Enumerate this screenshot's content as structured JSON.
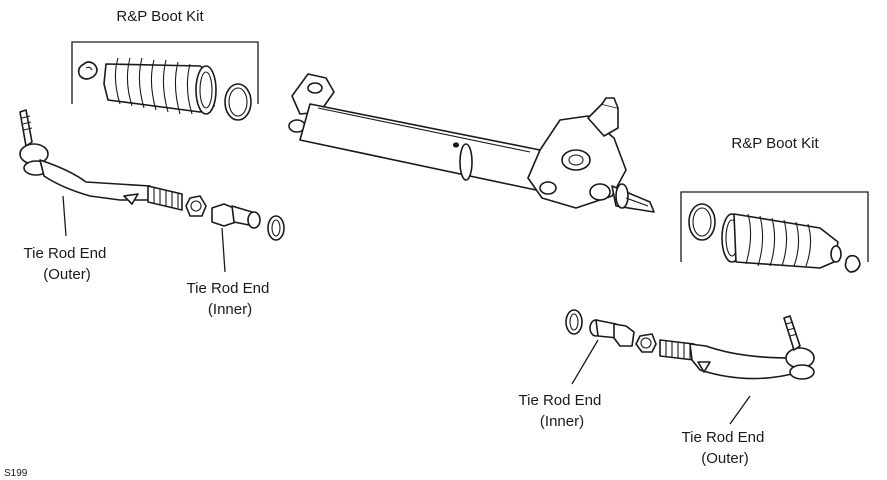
{
  "labels": {
    "boot_kit_left": "R&P Boot Kit",
    "boot_kit_right": "R&P Boot Kit",
    "tie_rod_outer_left": [
      "Tie Rod End",
      "(Outer)"
    ],
    "tie_rod_inner_left": [
      "Tie Rod End",
      "(Inner)"
    ],
    "tie_rod_inner_right": [
      "Tie Rod End",
      "(Inner)"
    ],
    "tie_rod_outer_right": [
      "Tie Rod End",
      "(Outer)"
    ]
  },
  "figure_id": "S199"
}
